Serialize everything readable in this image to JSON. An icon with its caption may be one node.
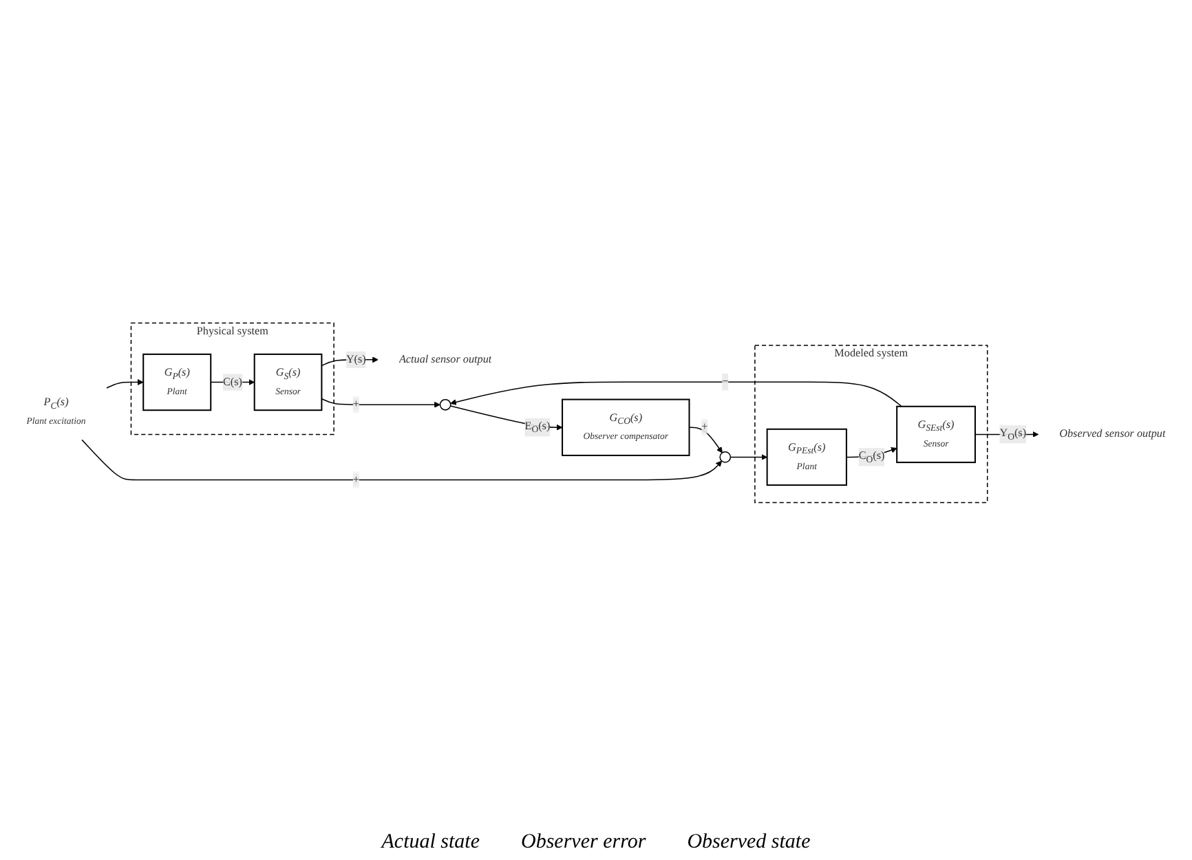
{
  "diagram": {
    "nodes": [
      {
        "text": [
          "P$_{C}$(s)",
          "Plant excitation"
        ]
      },
      {
        "text": [
          "Physical system"
        ]
      },
      {
        "text": [
          "G$_{P}$(s)",
          "Plant"
        ],
        "in": 1
      },
      {
        "text": [
          "G$_{S}$(s)",
          "Sensor"
        ],
        "in": 1
      },
      {
        "text": [
          "Actual sensor output"
        ]
      },
      {
        "text": [
          "G$_{CO}$(s)",
          "Observer compensator"
        ]
      },
      {
        "text": [],
        "shape": "circle"
      },
      {
        "text": [],
        "shape": "circle"
      },
      {
        "text": [
          "Modeled system"
        ]
      },
      {
        "text": [
          "G$_{PEst}$(s)",
          "Plant"
        ],
        "in": 8
      },
      {
        "text": [
          "G$_{SEst}$(s)",
          "Sensor"
        ],
        "in": 8
      },
      {
        "text": [
          "Observed sensor output"
        ]
      }
    ],
    "edges": [
      {
        "from": 0,
        "to": 2,
        "arrow": "to"
      },
      {
        "from": 0,
        "to": 7,
        "arrow": "to",
        "label": "+"
      },
      {
        "from": 2,
        "to": 3,
        "arrow": "to",
        "label": "C(s)"
      },
      {
        "from": 3,
        "to": 4,
        "arrow": "to",
        "label": "Y(s)"
      },
      {
        "from": 3,
        "to": 6,
        "arrow": "to",
        "label": "+"
      },
      {
        "from": 6,
        "to": 5,
        "arrow": "to",
        "label": "E$_{O}$(s)"
      },
      {
        "from": 5,
        "to": 7,
        "arrow": "to",
        "label": "+"
      },
      {
        "from": 7,
        "to": 9,
        "arrow": "to"
      },
      {
        "from": 9,
        "to": 10,
        "arrow": "to",
        "label": "C$_{O}$(s)"
      },
      {
        "from": 10,
        "to": 11,
        "arrow": "to",
        "label": "Y$_{O}$(s)"
      },
      {
        "from": 10,
        "to": 6,
        "arrow": "to",
        "label": "−"
      }
    ],
    "labels": [
      "Actual state",
      "Observer error",
      "Observed state"
    ]
  }
}
